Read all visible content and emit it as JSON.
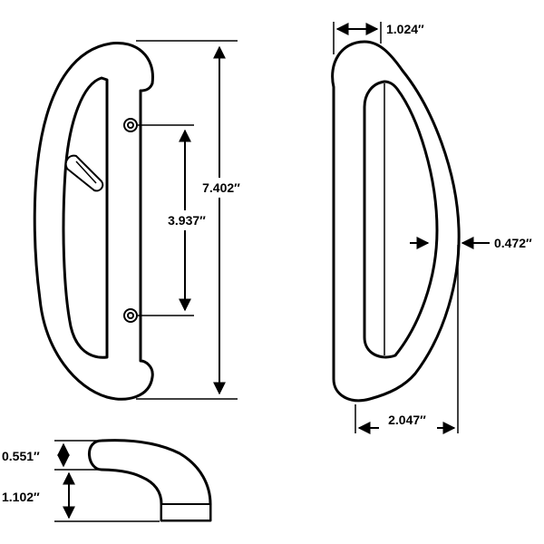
{
  "dimensions": {
    "overall_length": "7.402″",
    "hole_spacing": "3.937″",
    "top_depth": "1.024″",
    "side_gap": "0.472″",
    "projection": "2.047″",
    "grip_top": "0.551″",
    "grip_bottom": "1.102″"
  },
  "colors": {
    "line": "#000000",
    "background": "#ffffff"
  }
}
